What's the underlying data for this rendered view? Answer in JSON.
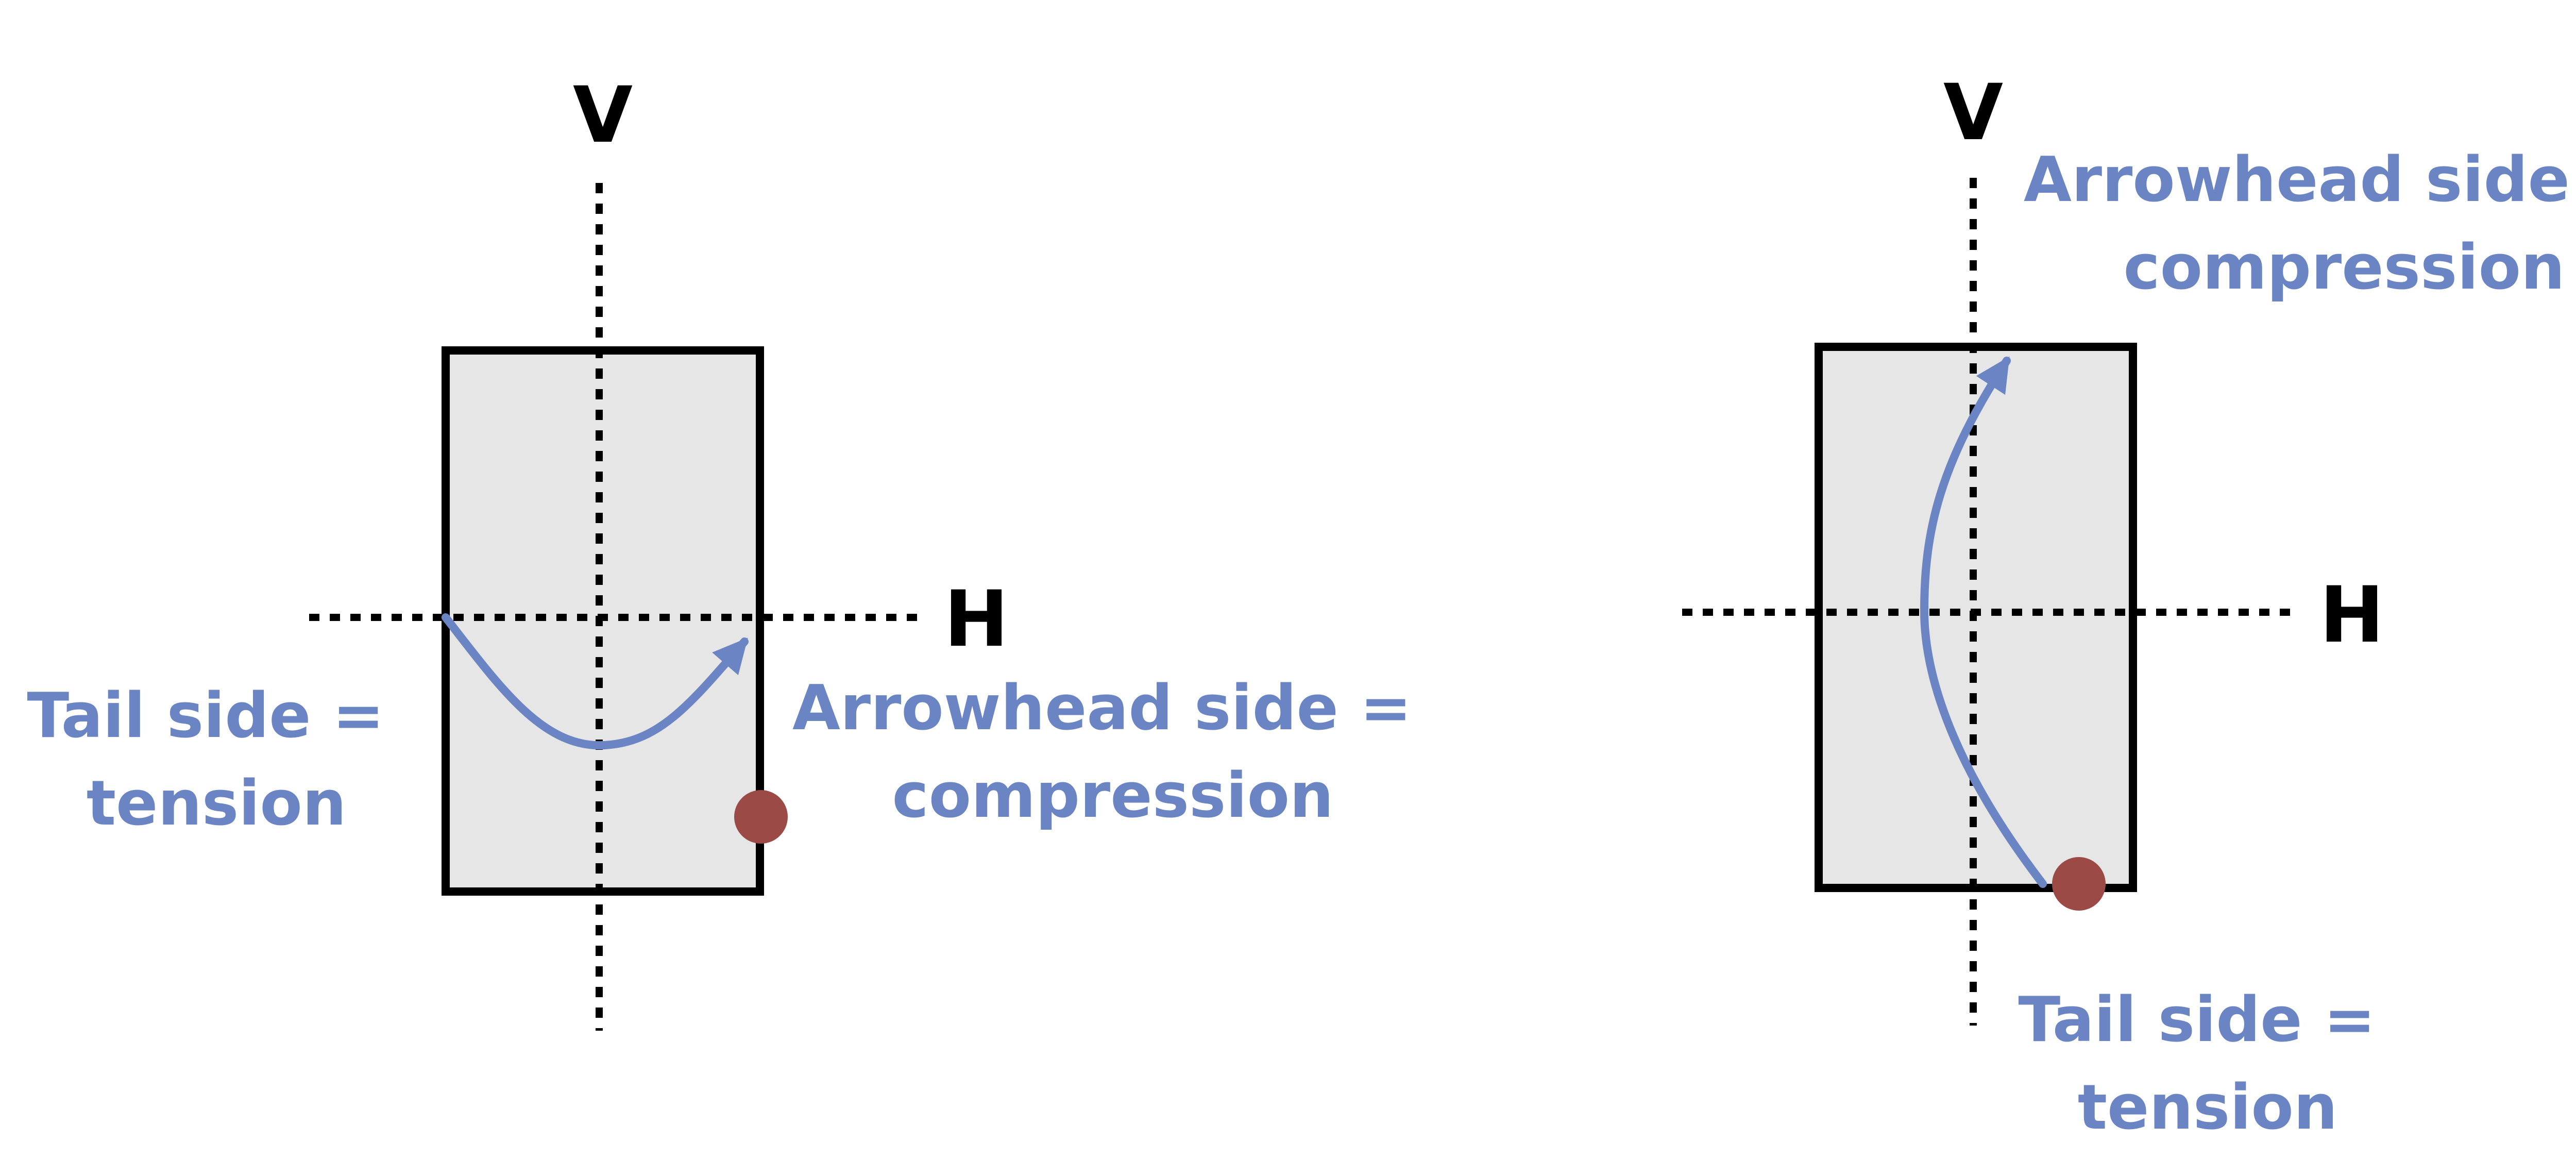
{
  "colors": {
    "outline": "#000000",
    "section_fill": "#e6e6e6",
    "moment_arrow": "#6b84c4",
    "annotation_text": "#6b84c4",
    "load_point": "#9b4a45"
  },
  "diagrams": [
    {
      "vertical_axis_label": "V",
      "horizontal_axis_label": "H",
      "tail_note": [
        "Tail side =",
        "tension"
      ],
      "arrowhead_note": [
        "Arrowhead side =",
        "compression"
      ]
    },
    {
      "vertical_axis_label": "V",
      "horizontal_axis_label": "H",
      "tail_note": [
        "Tail side =",
        "tension"
      ],
      "arrowhead_note": [
        "Arrowhead side =",
        "compression"
      ]
    }
  ]
}
